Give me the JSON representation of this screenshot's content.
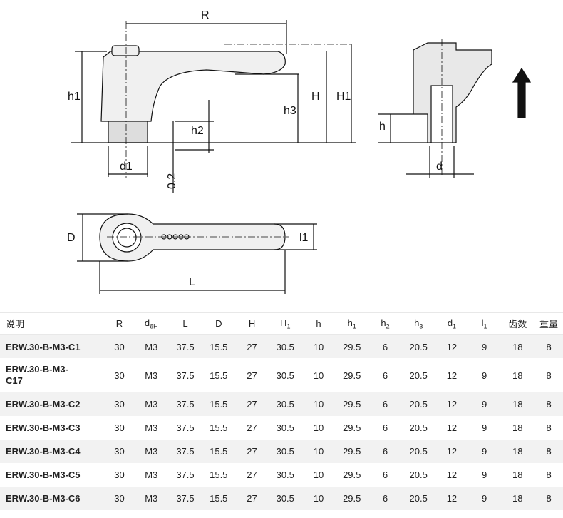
{
  "drawing": {
    "labels": {
      "R": "R",
      "h1": "h1",
      "h2": "h2",
      "h3": "h3",
      "H": "H",
      "H1": "H1",
      "d1": "d1",
      "gap": "0.2",
      "h": "h",
      "d": "d",
      "D": "D",
      "L": "L",
      "l1": "l1"
    }
  },
  "table": {
    "headers": [
      "说明",
      "R",
      "d",
      "L",
      "D",
      "H",
      "H",
      "h",
      "h",
      "h",
      "h",
      "d",
      "l",
      "齿数",
      "重量"
    ],
    "header_subs": [
      "",
      "",
      "6H",
      "",
      "",
      "",
      "1",
      "",
      "1",
      "2",
      "3",
      "1",
      "1",
      "",
      ""
    ],
    "rows": [
      [
        "ERW.30-B-M3-C1",
        "30",
        "M3",
        "37.5",
        "15.5",
        "27",
        "30.5",
        "10",
        "29.5",
        "6",
        "20.5",
        "12",
        "9",
        "18",
        "8"
      ],
      [
        "ERW.30-B-M3-C17",
        "30",
        "M3",
        "37.5",
        "15.5",
        "27",
        "30.5",
        "10",
        "29.5",
        "6",
        "20.5",
        "12",
        "9",
        "18",
        "8"
      ],
      [
        "ERW.30-B-M3-C2",
        "30",
        "M3",
        "37.5",
        "15.5",
        "27",
        "30.5",
        "10",
        "29.5",
        "6",
        "20.5",
        "12",
        "9",
        "18",
        "8"
      ],
      [
        "ERW.30-B-M3-C3",
        "30",
        "M3",
        "37.5",
        "15.5",
        "27",
        "30.5",
        "10",
        "29.5",
        "6",
        "20.5",
        "12",
        "9",
        "18",
        "8"
      ],
      [
        "ERW.30-B-M3-C4",
        "30",
        "M3",
        "37.5",
        "15.5",
        "27",
        "30.5",
        "10",
        "29.5",
        "6",
        "20.5",
        "12",
        "9",
        "18",
        "8"
      ],
      [
        "ERW.30-B-M3-C5",
        "30",
        "M3",
        "37.5",
        "15.5",
        "27",
        "30.5",
        "10",
        "29.5",
        "6",
        "20.5",
        "12",
        "9",
        "18",
        "8"
      ],
      [
        "ERW.30-B-M3-C6",
        "30",
        "M3",
        "37.5",
        "15.5",
        "27",
        "30.5",
        "10",
        "29.5",
        "6",
        "20.5",
        "12",
        "9",
        "18",
        "8"
      ]
    ]
  }
}
